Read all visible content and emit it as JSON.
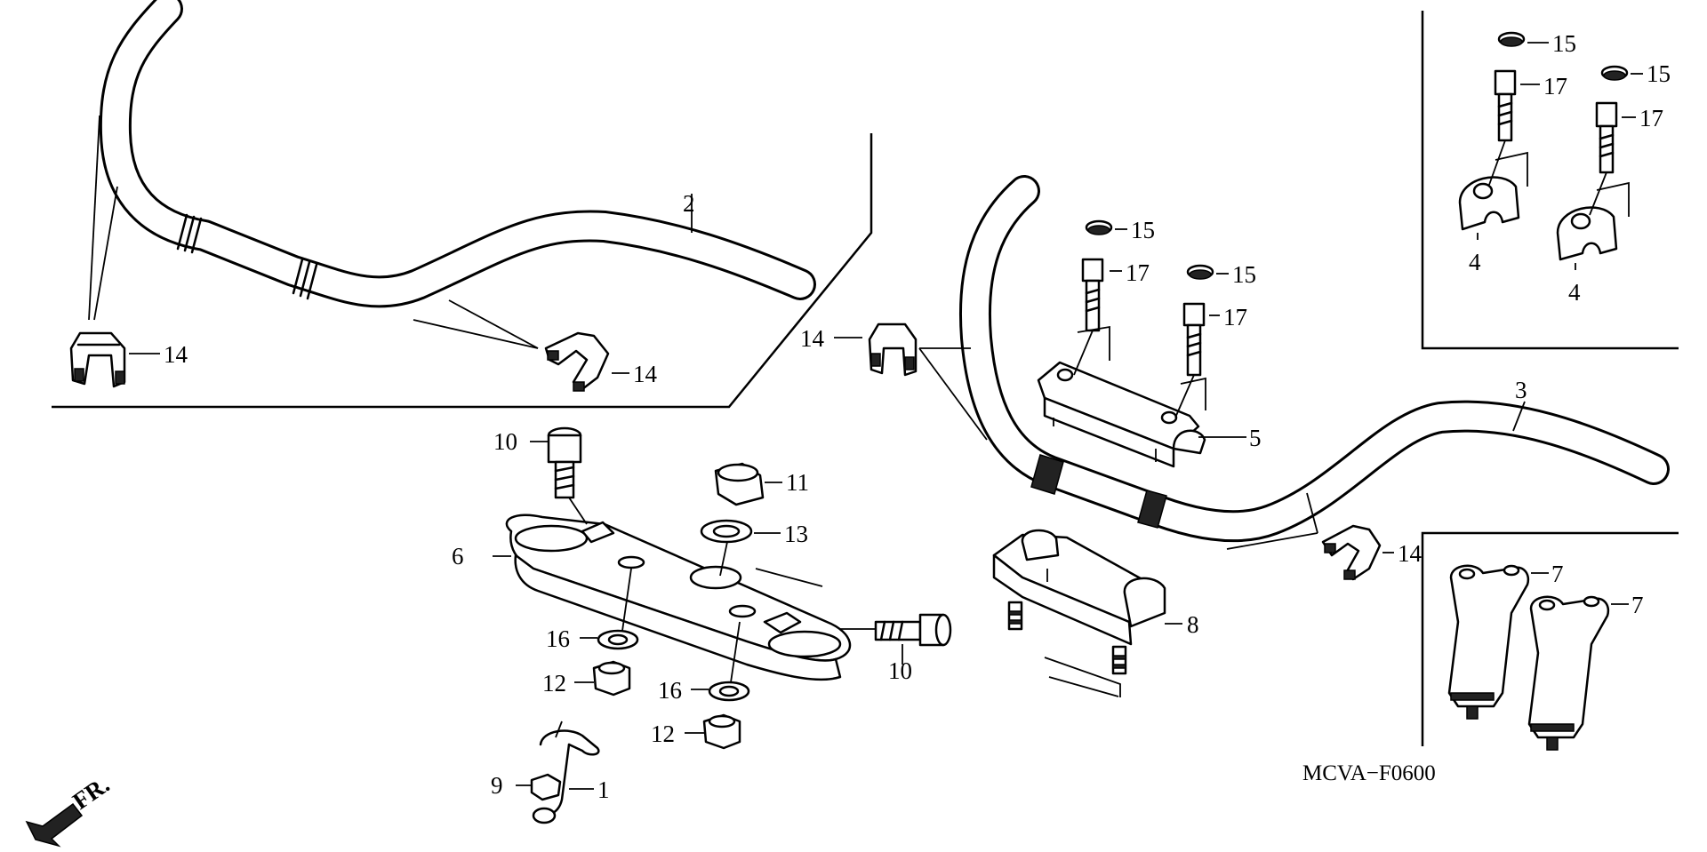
{
  "diagram": {
    "drawing_code": "MCVA−F0600",
    "front_marker": "FR.",
    "callouts": {
      "c1": "1",
      "c2": "2",
      "c3": "3",
      "c4a": "4",
      "c4b": "4",
      "c5": "5",
      "c6": "6",
      "c7a": "7",
      "c7b": "7",
      "c8": "8",
      "c9": "9",
      "c10a": "10",
      "c10b": "10",
      "c11": "11",
      "c12a": "12",
      "c12b": "12",
      "c13": "13",
      "c14a": "14",
      "c14b": "14",
      "c14c": "14",
      "c14d": "14",
      "c15a": "15",
      "c15b": "15",
      "c15c": "15",
      "c15d": "15",
      "c16a": "16",
      "c16b": "16",
      "c17a": "17",
      "c17b": "17",
      "c17c": "17",
      "c17d": "17"
    }
  }
}
